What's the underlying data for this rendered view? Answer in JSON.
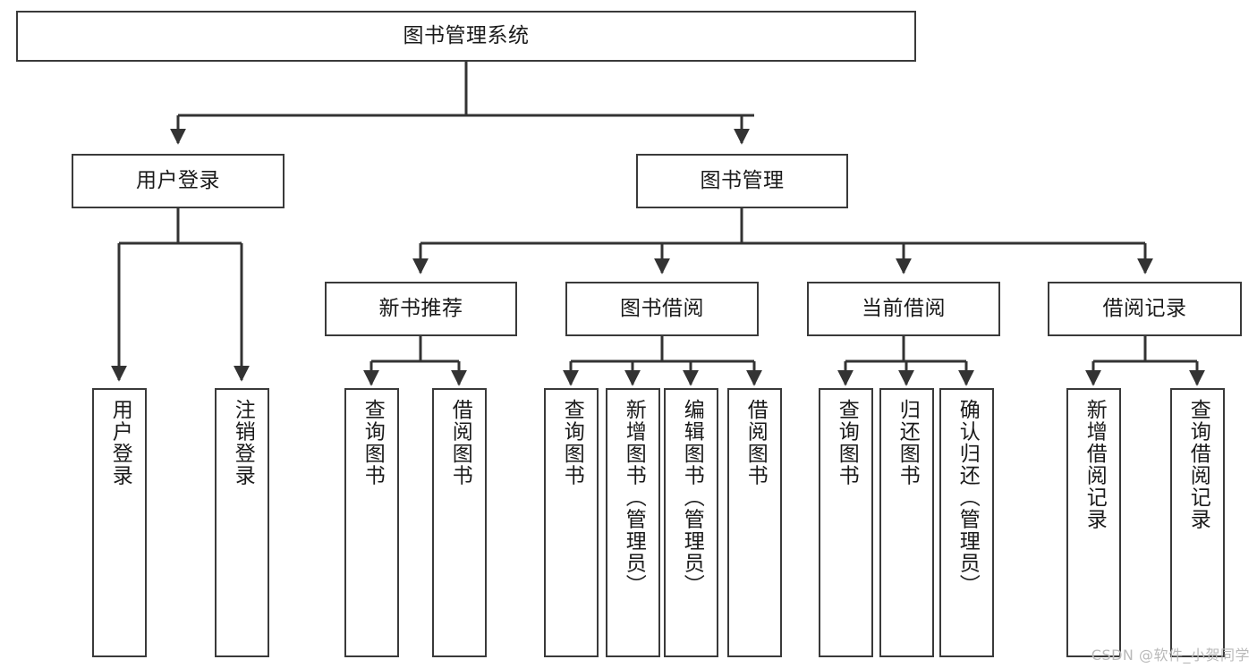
{
  "diagram": {
    "type": "tree",
    "title": "图书管理系统",
    "watermark": "CSDN @软件_小贺同学",
    "colors": {
      "box_border": "#3a3a3a",
      "box_fill": "#ffffff",
      "text": "#1a1a1a",
      "edge": "#333333",
      "watermark": "#b9b9b9"
    },
    "root": {
      "label": "图书管理系统"
    },
    "level2": [
      {
        "label": "用户登录"
      },
      {
        "label": "图书管理"
      }
    ],
    "level3": [
      {
        "label": "新书推荐"
      },
      {
        "label": "图书借阅"
      },
      {
        "label": "当前借阅"
      },
      {
        "label": "借阅记录"
      }
    ],
    "leaves": {
      "user_login": [
        {
          "label": "用户登录"
        },
        {
          "label": "注销登录"
        }
      ],
      "new_book_recommend": [
        {
          "label": "查询图书"
        },
        {
          "label": "借阅图书"
        }
      ],
      "book_borrow": [
        {
          "label": "查询图书"
        },
        {
          "label": "新增图书（管理员）"
        },
        {
          "label": "编辑图书（管理员）"
        },
        {
          "label": "借阅图书"
        }
      ],
      "current_borrow": [
        {
          "label": "查询图书"
        },
        {
          "label": "归还图书"
        },
        {
          "label": "确认归还（管理员）"
        }
      ],
      "borrow_record": [
        {
          "label": "新增借阅记录"
        },
        {
          "label": "查询借阅记录"
        }
      ]
    }
  }
}
